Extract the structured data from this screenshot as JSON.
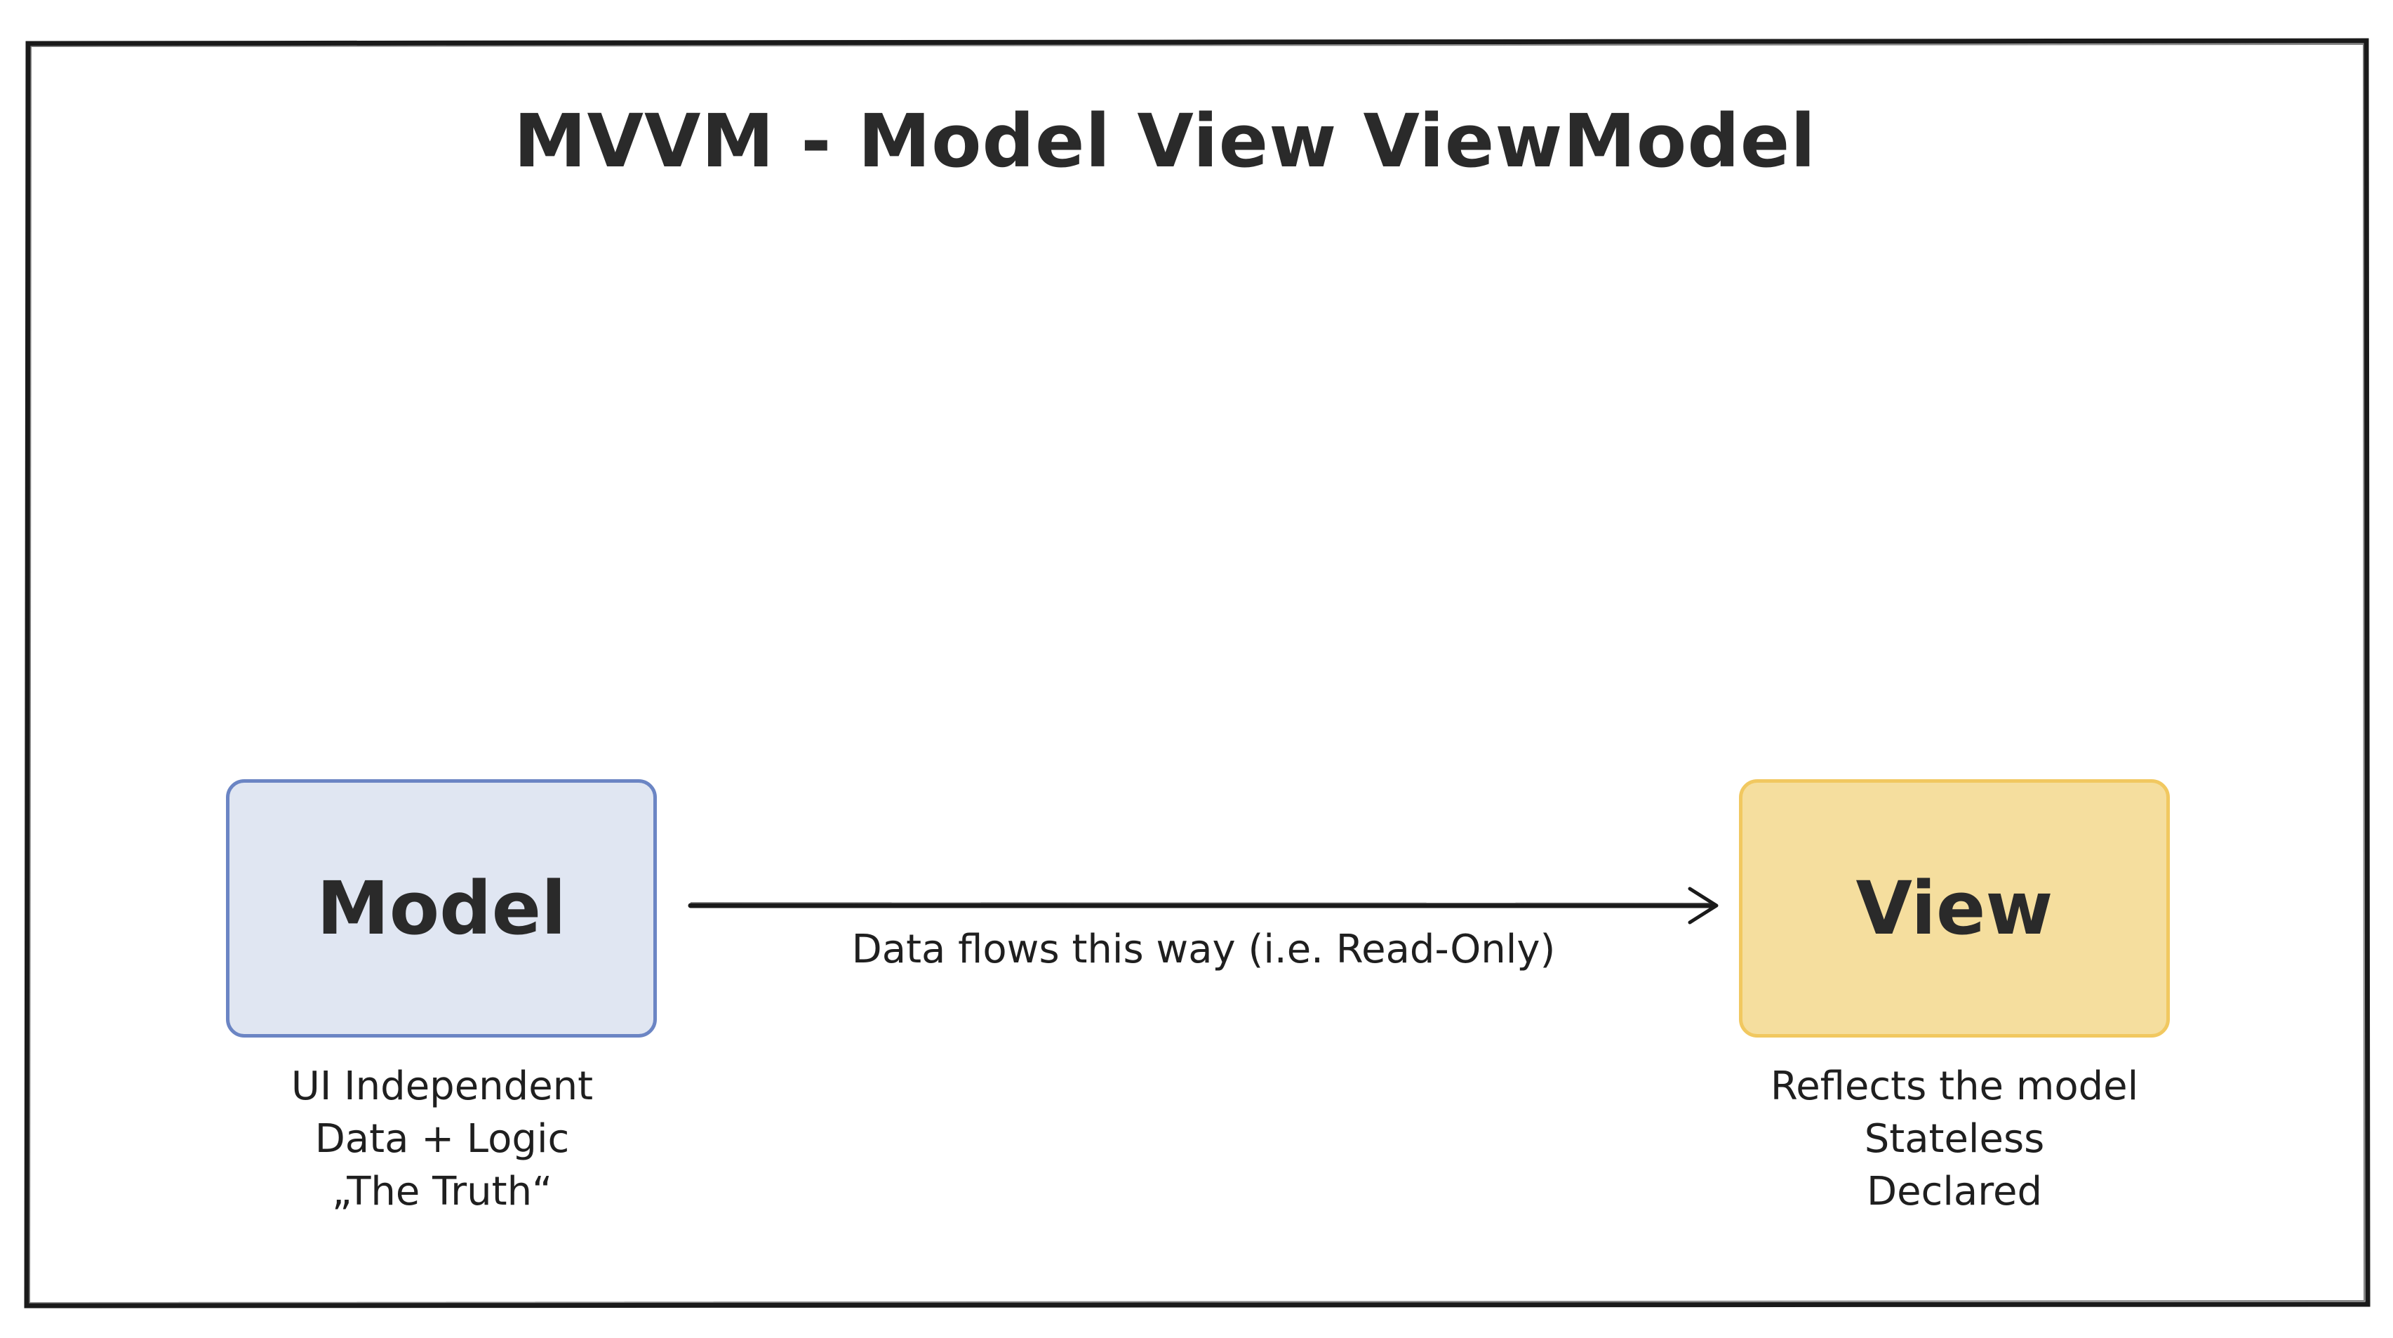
{
  "title": "MVVM - Model View ViewModel",
  "colors": {
    "model_fill": "#e0e6f2",
    "model_border": "#6b85c4",
    "view_fill": "#f5de9e",
    "view_border": "#f1c860",
    "frame": "#1a1a1a"
  },
  "model": {
    "label": "Model",
    "captions": [
      "UI Independent",
      "Data + Logic",
      "„The Truth“"
    ]
  },
  "view": {
    "label": "View",
    "captions": [
      "Reflects the model",
      "Stateless",
      "Declared"
    ]
  },
  "flow": {
    "label": "Data flows this way (i.e. Read-Only)",
    "from": "Model",
    "to": "View"
  }
}
